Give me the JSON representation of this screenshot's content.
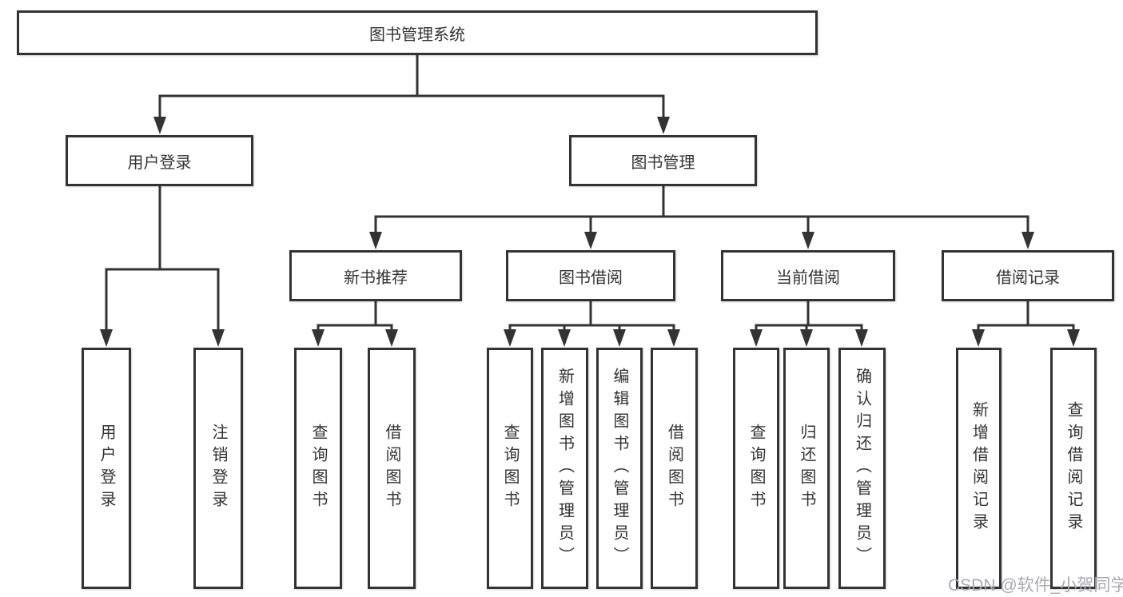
{
  "colors": {
    "line": "#333333",
    "text": "#333333",
    "background": "#ffffff",
    "watermark": "#a9a9b0"
  },
  "watermark": {
    "text": "CSDN @软件_小贺同学"
  },
  "tree": {
    "root": {
      "label": "图书管理系统"
    },
    "branches": [
      {
        "label": "用户登录",
        "children": [
          {
            "label": "用户登录"
          },
          {
            "label": "注销登录"
          }
        ]
      },
      {
        "label": "图书管理",
        "children": [
          {
            "label": "新书推荐",
            "children": [
              {
                "label": "查询图书"
              },
              {
                "label": "借阅图书"
              }
            ]
          },
          {
            "label": "图书借阅",
            "children": [
              {
                "label": "查询图书"
              },
              {
                "label": "新增图书（管理员）"
              },
              {
                "label": "编辑图书（管理员）"
              },
              {
                "label": "借阅图书"
              }
            ]
          },
          {
            "label": "当前借阅",
            "children": [
              {
                "label": "查询图书"
              },
              {
                "label": "归还图书"
              },
              {
                "label": "确认归还（管理员）"
              }
            ]
          },
          {
            "label": "借阅记录",
            "children": [
              {
                "label": "新增借阅记录"
              },
              {
                "label": "查询借阅记录"
              }
            ]
          }
        ]
      }
    ]
  }
}
